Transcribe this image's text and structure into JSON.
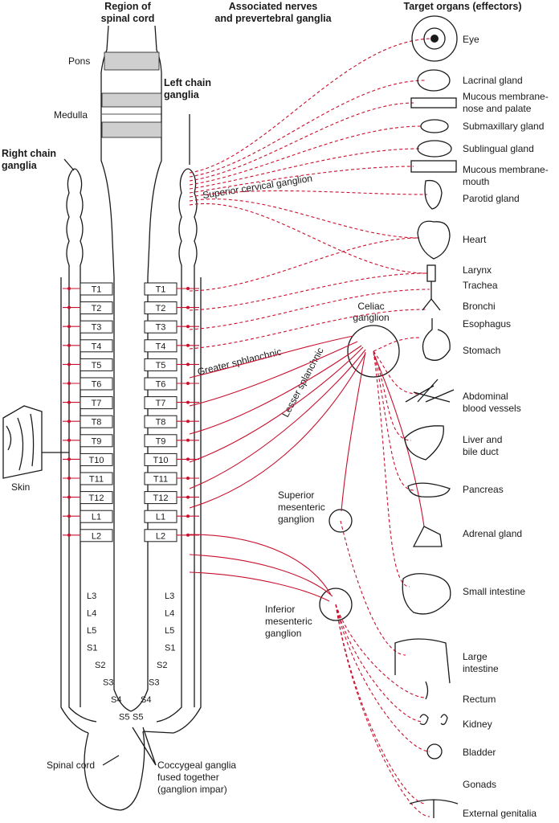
{
  "headers": {
    "region": [
      "Region of",
      "spinal cord"
    ],
    "nerves": [
      "Associated nerves",
      "and prevertebral ganglia"
    ],
    "targets": "Target organs (effectors)"
  },
  "brain_labels": {
    "pons": "Pons",
    "medulla": "Medulla"
  },
  "chain_labels": {
    "left": [
      "Left chain",
      "ganglia"
    ],
    "right": [
      "Right chain",
      "ganglia"
    ]
  },
  "ganglia": {
    "superior_cervical": "Superior cervical ganglion",
    "celiac": [
      "Celiac",
      "ganglion"
    ],
    "superior_mesenteric": [
      "Superior",
      "mesenteric",
      "ganglion"
    ],
    "inferior_mesenteric": [
      "Inferior",
      "mesenteric",
      "ganglion"
    ]
  },
  "nerves": {
    "greater": "Greater sphlanchnic",
    "lesser": "Lesser splanchnic"
  },
  "segments_boxed": [
    "T1",
    "T2",
    "T3",
    "T4",
    "T5",
    "T6",
    "T7",
    "T8",
    "T9",
    "T10",
    "T11",
    "T12",
    "L1",
    "L2"
  ],
  "segments_plain": [
    "L3",
    "L4",
    "L5",
    "S1",
    "S2",
    "S3",
    "S4",
    "S5"
  ],
  "bottom_labels": {
    "skin": "Skin",
    "spinal_cord": "Spinal cord",
    "coccygeal": [
      "Coccygeal ganglia",
      "fused together",
      "(ganglion impar)"
    ]
  },
  "organs": [
    {
      "lines": [
        "Eye"
      ]
    },
    {
      "lines": [
        "Lacrinal gland"
      ]
    },
    {
      "lines": [
        "Mucous membrane-",
        "nose and palate"
      ]
    },
    {
      "lines": [
        "Submaxillary gland"
      ]
    },
    {
      "lines": [
        "Sublingual gland"
      ]
    },
    {
      "lines": [
        "Mucous membrane-",
        "mouth"
      ]
    },
    {
      "lines": [
        "Parotid gland"
      ]
    },
    {
      "lines": [
        "Heart"
      ]
    },
    {
      "lines": [
        "Larynx"
      ]
    },
    {
      "lines": [
        "Trachea"
      ]
    },
    {
      "lines": [
        "Bronchi"
      ]
    },
    {
      "lines": [
        "Esophagus"
      ]
    },
    {
      "lines": [
        "Stomach"
      ]
    },
    {
      "lines": [
        "Abdominal",
        "blood vessels"
      ]
    },
    {
      "lines": [
        "Liver and",
        "bile duct"
      ]
    },
    {
      "lines": [
        "Pancreas"
      ]
    },
    {
      "lines": [
        "Adrenal gland"
      ]
    },
    {
      "lines": [
        "Small intestine"
      ]
    },
    {
      "lines": [
        "Large",
        "intestine"
      ]
    },
    {
      "lines": [
        "Rectum"
      ]
    },
    {
      "lines": [
        "Kidney"
      ]
    },
    {
      "lines": [
        "Bladder"
      ]
    },
    {
      "lines": [
        "Gonads"
      ]
    },
    {
      "lines": [
        "External genitalia"
      ]
    }
  ],
  "colors": {
    "nerve_red": "#c8102e",
    "outline": "#1a1a1a",
    "brainstem_band": "#cfcfcf"
  }
}
